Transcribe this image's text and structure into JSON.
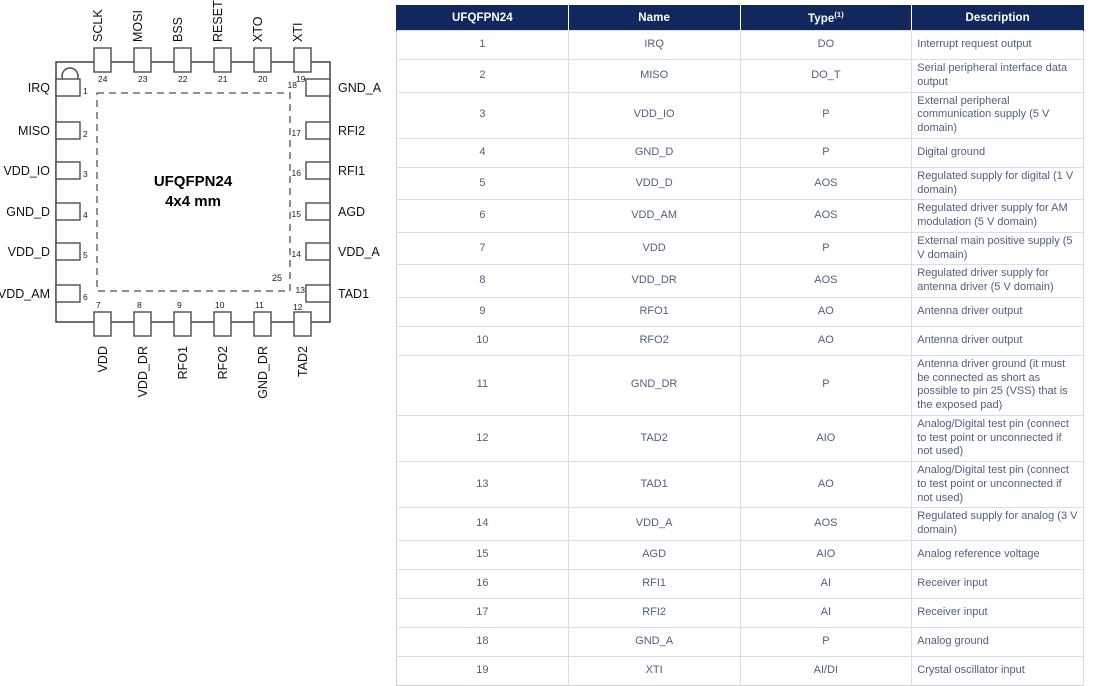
{
  "diagram": {
    "package_name": "UFQFPN24",
    "package_size": "4x4 mm",
    "exposed_pad_number": "25",
    "pin1_marker": "pin1-dot-icon",
    "top_pins": [
      {
        "num": "24",
        "label": "SCLK"
      },
      {
        "num": "23",
        "label": "MOSI"
      },
      {
        "num": "22",
        "label": "BSS"
      },
      {
        "num": "21",
        "label": "RESET"
      },
      {
        "num": "20",
        "label": "XTO"
      },
      {
        "num": "19",
        "label": "XTI"
      }
    ],
    "left_pins": [
      {
        "num": "1",
        "label": "IRQ"
      },
      {
        "num": "2",
        "label": "MISO"
      },
      {
        "num": "3",
        "label": "VDD_IO"
      },
      {
        "num": "4",
        "label": "GND_D"
      },
      {
        "num": "5",
        "label": "VDD_D"
      },
      {
        "num": "6",
        "label": "VDD_AM"
      }
    ],
    "right_pins": [
      {
        "num": "18",
        "label": "GND_A"
      },
      {
        "num": "17",
        "label": "RFI2"
      },
      {
        "num": "16",
        "label": "RFI1"
      },
      {
        "num": "15",
        "label": "AGD"
      },
      {
        "num": "14",
        "label": "VDD_A"
      },
      {
        "num": "13",
        "label": "TAD1"
      }
    ],
    "bottom_pins": [
      {
        "num": "7",
        "label": "VDD"
      },
      {
        "num": "8",
        "label": "VDD_DR"
      },
      {
        "num": "9",
        "label": "RFO1"
      },
      {
        "num": "10",
        "label": "RFO2"
      },
      {
        "num": "11",
        "label": "GND_DR"
      },
      {
        "num": "12",
        "label": "TAD2"
      }
    ]
  },
  "table": {
    "headers": {
      "pin": "UFQFPN24",
      "name": "Name",
      "type": "Type",
      "type_note": "(1)",
      "description": "Description"
    },
    "rows": [
      {
        "pin": "1",
        "name": "IRQ",
        "type": "DO",
        "description": "Interrupt request output"
      },
      {
        "pin": "2",
        "name": "MISO",
        "type": "DO_T",
        "description": "Serial peripheral interface data output"
      },
      {
        "pin": "3",
        "name": "VDD_IO",
        "type": "P",
        "description": "External peripheral communication supply (5 V domain)"
      },
      {
        "pin": "4",
        "name": "GND_D",
        "type": "P",
        "description": "Digital ground"
      },
      {
        "pin": "5",
        "name": "VDD_D",
        "type": "AOS",
        "description": "Regulated supply for digital (1 V domain)"
      },
      {
        "pin": "6",
        "name": "VDD_AM",
        "type": "AOS",
        "description": "Regulated driver supply for AM modulation (5 V domain)"
      },
      {
        "pin": "7",
        "name": "VDD",
        "type": "P",
        "description": "External main positive supply (5 V domain)"
      },
      {
        "pin": "8",
        "name": "VDD_DR",
        "type": "AOS",
        "description": "Regulated driver supply for antenna driver (5 V domain)"
      },
      {
        "pin": "9",
        "name": "RFO1",
        "type": "AO",
        "description": "Antenna driver output"
      },
      {
        "pin": "10",
        "name": "RFO2",
        "type": "AO",
        "description": "Antenna driver output"
      },
      {
        "pin": "11",
        "name": "GND_DR",
        "type": "P",
        "description": "Antenna driver ground (it must be connected as short as possible to pin 25 (VSS) that is the exposed pad)",
        "tall": true
      },
      {
        "pin": "12",
        "name": "TAD2",
        "type": "AIO",
        "description": "Analog/Digital test pin (connect to test point or unconnected if not used)"
      },
      {
        "pin": "13",
        "name": "TAD1",
        "type": "AO",
        "description": "Analog/Digital test pin (connect to test point or unconnected if not used)"
      },
      {
        "pin": "14",
        "name": "VDD_A",
        "type": "AOS",
        "description": "Regulated supply for analog (3 V domain)"
      },
      {
        "pin": "15",
        "name": "AGD",
        "type": "AIO",
        "description": "Analog reference voltage"
      },
      {
        "pin": "16",
        "name": "RFI1",
        "type": "AI",
        "description": "Receiver input"
      },
      {
        "pin": "17",
        "name": "RFI2",
        "type": "AI",
        "description": "Receiver input"
      },
      {
        "pin": "18",
        "name": "GND_A",
        "type": "P",
        "description": "Analog ground"
      },
      {
        "pin": "19",
        "name": "XTI",
        "type": "AI/DI",
        "description": "Crystal oscillator input"
      }
    ]
  },
  "colors": {
    "header_bg": "#12285c",
    "header_text": "#ffffff",
    "body_text": "#4f6080",
    "grid_line": "#d9dee8",
    "diagram_stroke": "#4d4d4d"
  }
}
